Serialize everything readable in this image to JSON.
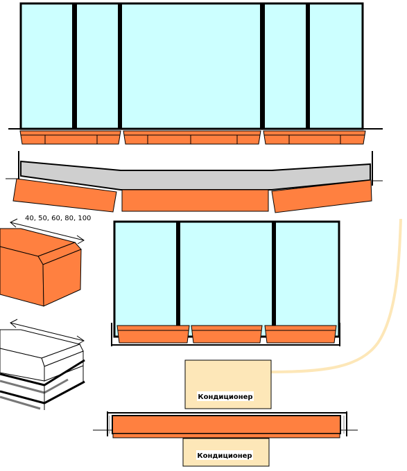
{
  "size_label": "40, 50, 60, 80, 100",
  "ac_label_top": "Кондиционер",
  "ac_label_bottom": "Кондиционер",
  "colors": {
    "glass": "#ccffff",
    "box": "#ff8040",
    "ac": "#fde7b8",
    "sill": "#cfcfcf",
    "pipe": "#fde7b8",
    "frame": "#000000"
  }
}
